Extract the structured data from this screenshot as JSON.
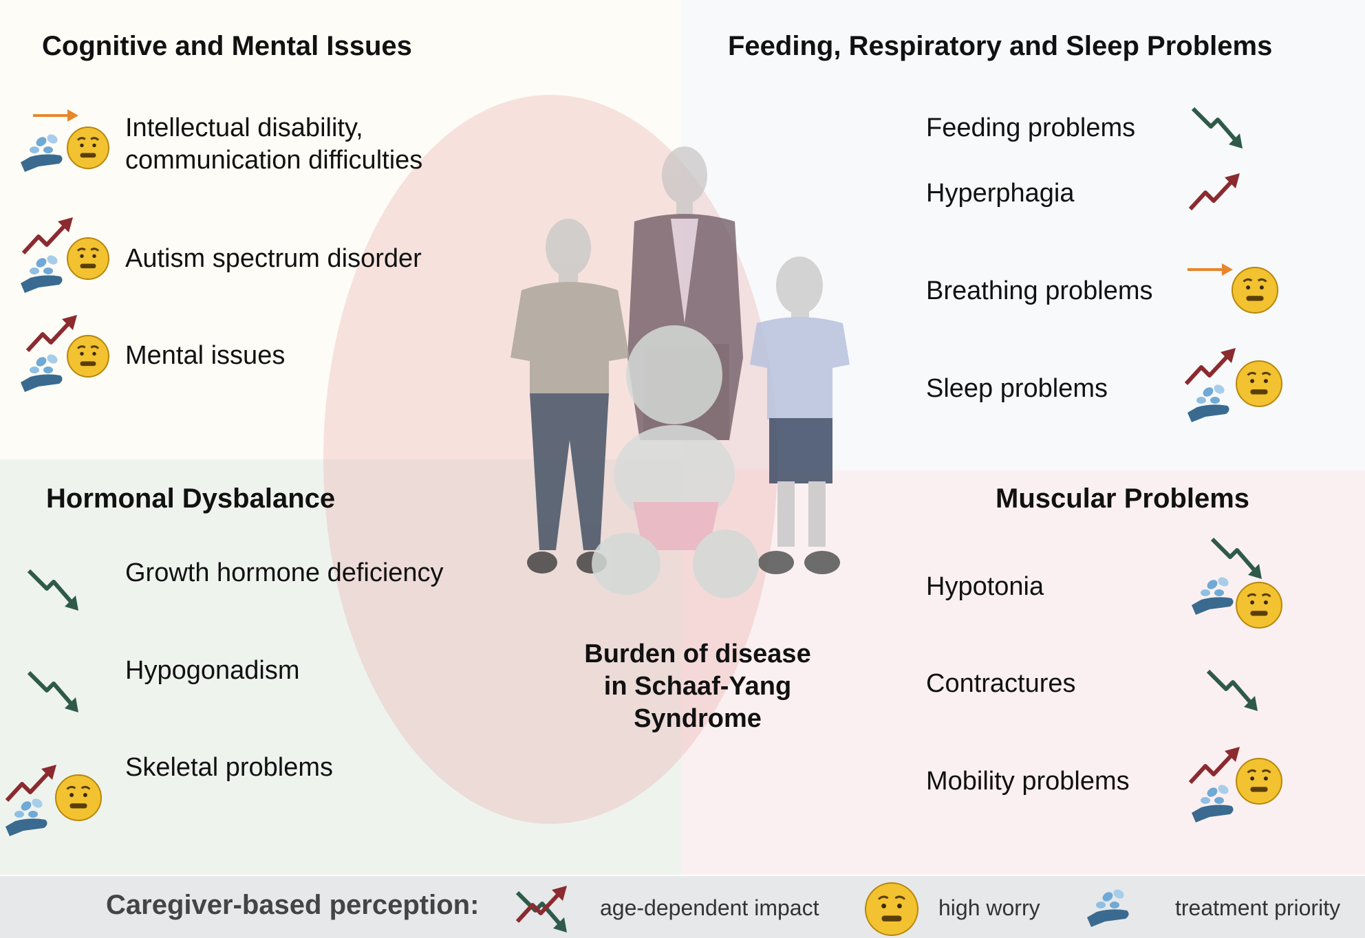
{
  "center": {
    "title_lines": [
      "Burden of disease",
      "in Schaaf-Yang",
      "Syndrome"
    ]
  },
  "sections": {
    "cognitive": {
      "title": "Cognitive and Mental Issues",
      "items": [
        {
          "lines": [
            "Intellectual disability,",
            "communication difficulties"
          ],
          "impact": "stable",
          "high_worry": true,
          "treatment_priority": true
        },
        {
          "lines": [
            "Autism spectrum disorder"
          ],
          "impact": "increasing",
          "high_worry": true,
          "treatment_priority": true
        },
        {
          "lines": [
            "Mental issues"
          ],
          "impact": "increasing",
          "high_worry": true,
          "treatment_priority": true
        }
      ]
    },
    "feeding": {
      "title": "Feeding, Respiratory and Sleep Problems",
      "items": [
        {
          "lines": [
            "Feeding problems"
          ],
          "impact": "decreasing",
          "high_worry": false,
          "treatment_priority": false
        },
        {
          "lines": [
            "Hyperphagia"
          ],
          "impact": "increasing",
          "high_worry": false,
          "treatment_priority": false
        },
        {
          "lines": [
            "Breathing problems"
          ],
          "impact": "stable",
          "high_worry": true,
          "treatment_priority": false
        },
        {
          "lines": [
            "Sleep problems"
          ],
          "impact": "increasing",
          "high_worry": true,
          "treatment_priority": true
        }
      ]
    },
    "hormonal": {
      "title": "Hormonal Dysbalance",
      "items": [
        {
          "lines": [
            "Growth hormone deficiency"
          ],
          "impact": "decreasing",
          "high_worry": false,
          "treatment_priority": false
        },
        {
          "lines": [
            "Hypogonadism"
          ],
          "impact": "decreasing",
          "high_worry": false,
          "treatment_priority": false
        },
        {
          "lines": [
            "Skeletal problems"
          ],
          "impact": "increasing",
          "high_worry": true,
          "treatment_priority": true
        }
      ]
    },
    "muscular": {
      "title": "Muscular Problems",
      "items": [
        {
          "lines": [
            "Hypotonia"
          ],
          "impact": "decreasing",
          "high_worry": true,
          "treatment_priority": true
        },
        {
          "lines": [
            "Contractures"
          ],
          "impact": "decreasing",
          "high_worry": false,
          "treatment_priority": false
        },
        {
          "lines": [
            "Mobility problems"
          ],
          "impact": "increasing",
          "high_worry": true,
          "treatment_priority": true
        }
      ]
    }
  },
  "legend": {
    "title": "Caregiver-based perception:",
    "age_dependent": "age-dependent impact",
    "high_worry": "high worry",
    "treatment_priority": "treatment priority"
  },
  "colors": {
    "increasing": "#8b2a2f",
    "decreasing": "#2f5a4a",
    "stable": "#e8862b",
    "worry_face": "#f2c230",
    "hand": "#3a6a8f",
    "pills": "#6fa9d6"
  },
  "icons": {
    "increasing": "trend-up-arrow-icon",
    "decreasing": "trend-down-arrow-icon",
    "stable": "right-arrow-icon",
    "worry": "worried-face-icon",
    "treatment": "hand-with-pills-icon"
  }
}
